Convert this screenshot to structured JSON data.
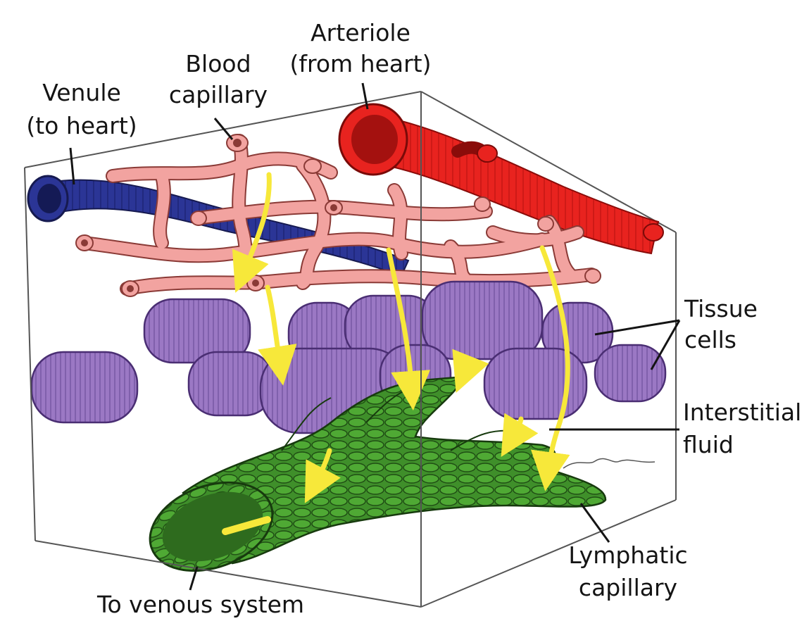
{
  "labels": {
    "arteriole": [
      "Arteriole",
      "(from heart)"
    ],
    "blood_capillary": [
      "Blood",
      "capillary"
    ],
    "venule": [
      "Venule",
      "(to heart)"
    ],
    "tissue_cells": [
      "Tissue",
      "cells"
    ],
    "interstitial_fluid": [
      "Interstitial",
      "fluid"
    ],
    "lymphatic_capillary": [
      "Lymphatic",
      "capillary"
    ],
    "to_venous_system": "To venous system"
  },
  "colors": {
    "arteriole": "#e8231f",
    "venule": "#2b3596",
    "blood_capillary": "#f2a3a0",
    "tissue_cell": "#9b78c4",
    "lymphatic": "#3f8f2a",
    "flow_arrow": "#f7e83a",
    "box_edge": "#555555"
  }
}
